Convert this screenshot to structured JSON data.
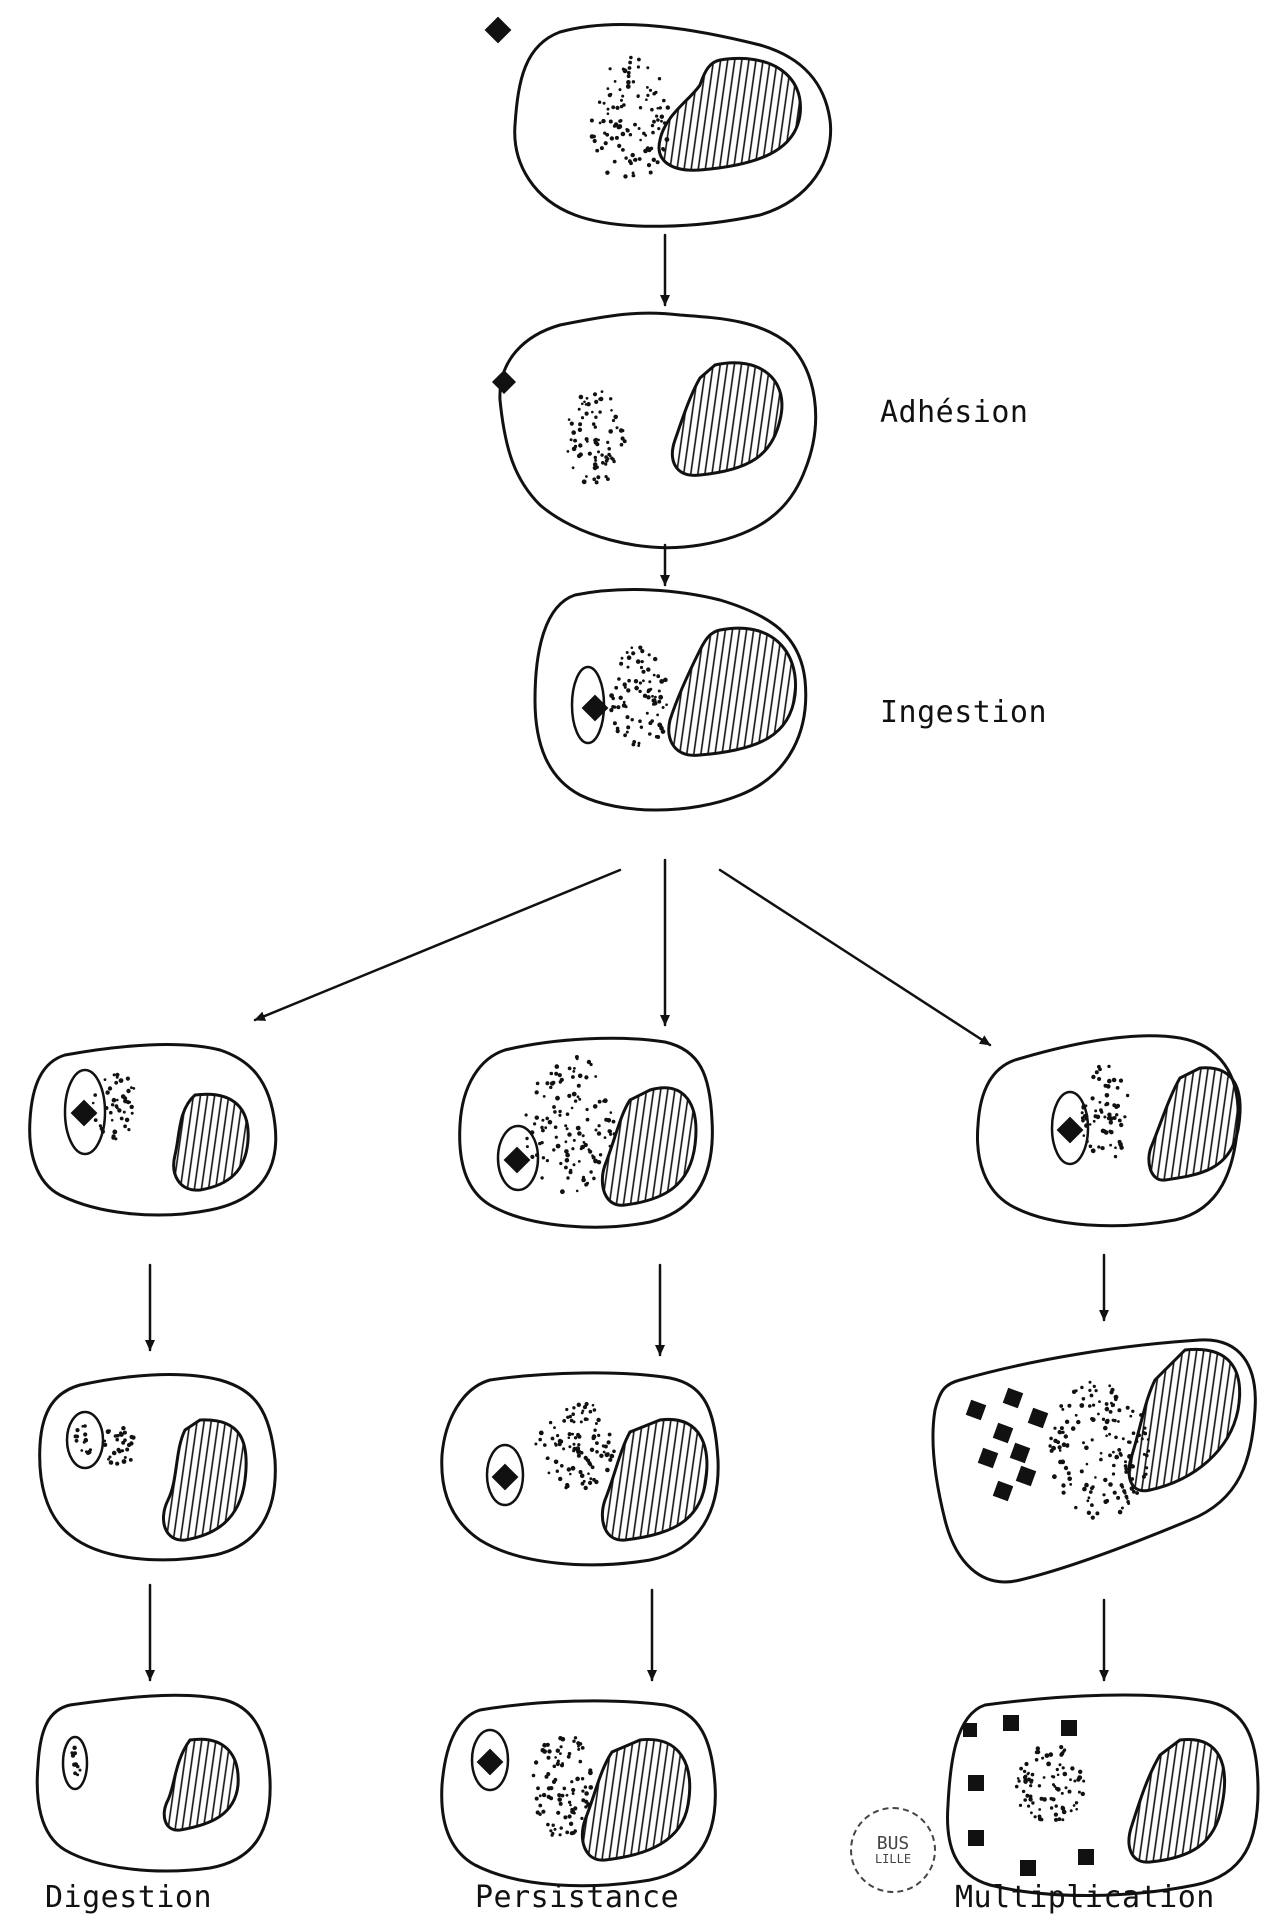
{
  "labels": {
    "adhesion": "Adhésion",
    "ingestion": "Ingestion",
    "digestion": "Digestion",
    "persistance": "Persistance",
    "multiplication": "Multiplication"
  },
  "stamp": {
    "line1": "BUS",
    "line2": "LILLE"
  },
  "colors": {
    "ink": "#111111",
    "paper": "#ffffff"
  }
}
